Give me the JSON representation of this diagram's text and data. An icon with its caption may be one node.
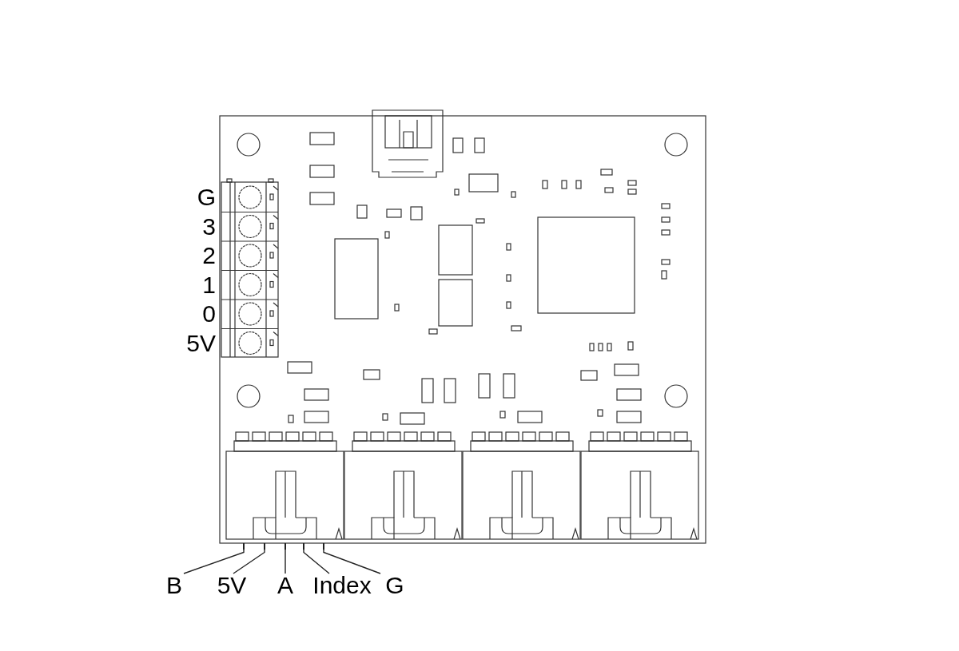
{
  "diagram": {
    "nodes": [
      {
        "text": [
          "B"
        ]
      },
      {
        "text": [
          "5V"
        ]
      },
      {
        "text": [
          "A"
        ]
      },
      {
        "text": [
          "Index"
        ]
      },
      {
        "text": [
          "G"
        ]
      },
      {
        "text": [],
        "shape": "bar"
      },
      {
        "text": [],
        "shape": "bar"
      },
      {
        "text": [],
        "shape": "bar"
      },
      {
        "text": [],
        "shape": "bar"
      },
      {
        "text": [],
        "shape": "bar"
      }
    ],
    "edges": [
      {
        "from": 0,
        "to": 5,
        "arrow": "none"
      },
      {
        "from": 1,
        "to": 6,
        "arrow": "none"
      },
      {
        "from": 2,
        "to": 7,
        "arrow": "none"
      },
      {
        "from": 3,
        "to": 8,
        "arrow": "none"
      },
      {
        "from": 4,
        "to": 9,
        "arrow": "none"
      }
    ],
    "labels": [
      "G",
      "3",
      "2",
      "1",
      "0",
      "5V"
    ]
  }
}
